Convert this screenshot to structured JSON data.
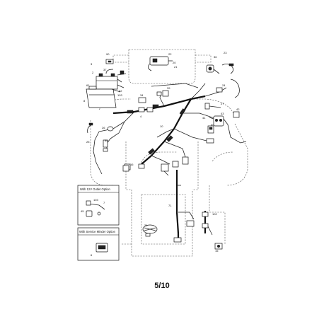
{
  "page_number": "5/10",
  "inset_outlet_title": "With 12V Outlet Option",
  "inset_minder_title": "With Service Minder Option",
  "callouts": {
    "c90": "90",
    "c22": "22",
    "c20": "20",
    "c21": "21",
    "c23": "23",
    "c36": "36",
    "c3": "3",
    "c2": "2",
    "c37": "37",
    "c61": "61",
    "c62": "62",
    "c103a": "103",
    "c8": "8",
    "c34": "34",
    "c39": "39",
    "c24": "24",
    "c4": "4",
    "c27": "27",
    "c42": "42",
    "c41": "41",
    "c43": "43",
    "c65": "65",
    "c25": "25",
    "c26": "26",
    "c89": "89",
    "c16": "16",
    "c10": "10",
    "c71": "71",
    "c102": "102",
    "c15": "15",
    "c29": "29",
    "c103b": "103",
    "c7": "7",
    "c45": "45",
    "c6": "6"
  }
}
